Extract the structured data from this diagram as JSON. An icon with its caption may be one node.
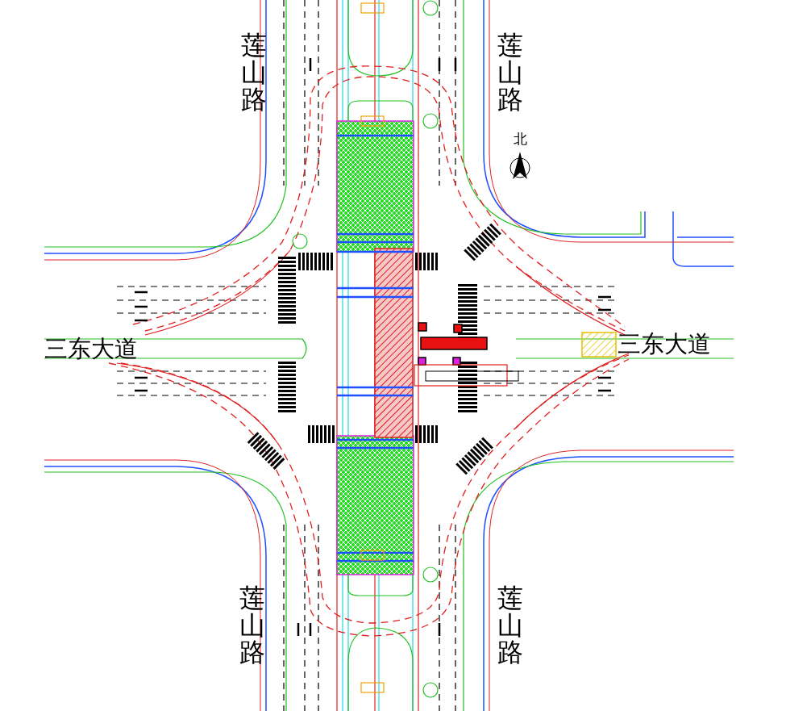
{
  "diagram": {
    "labels": [
      "莲山路",
      "莲山路",
      "北",
      "三东大道",
      "三东大道",
      "莲山路",
      "莲山路"
    ]
  }
}
